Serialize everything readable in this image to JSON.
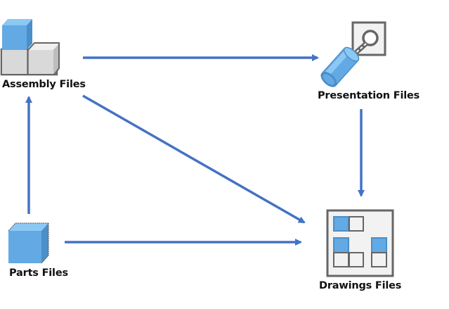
{
  "diagram": {
    "title": "",
    "nodes": [
      {
        "id": "assembly",
        "label": "Assembly Files",
        "icon": "assembly-blocks-icon"
      },
      {
        "id": "presentation",
        "label": "Presentation Files",
        "icon": "presentation-explode-icon"
      },
      {
        "id": "parts",
        "label": "Parts Files",
        "icon": "part-cube-icon"
      },
      {
        "id": "drawings",
        "label": "Drawings Files",
        "icon": "drawing-views-icon"
      }
    ],
    "edges": [
      {
        "from": "parts",
        "to": "assembly"
      },
      {
        "from": "assembly",
        "to": "presentation"
      },
      {
        "from": "assembly",
        "to": "drawings"
      },
      {
        "from": "presentation",
        "to": "drawings"
      },
      {
        "from": "parts",
        "to": "drawings"
      }
    ],
    "colors": {
      "arrow": "#4472C4",
      "blue_face": "#63A9E4",
      "blue_top": "#8CC8F4",
      "blue_side": "#4A8FC9",
      "gray_face": "#D9D9D9",
      "gray_top": "#F0F0F0",
      "gray_side": "#BDBDBD",
      "outline": "#666666",
      "panel": "#F2F2F2"
    }
  }
}
